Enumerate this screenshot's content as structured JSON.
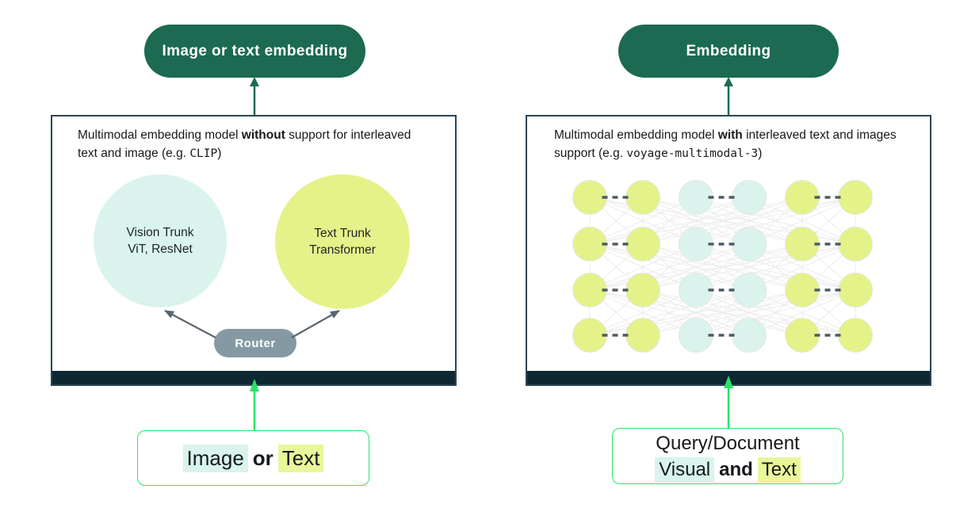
{
  "palette": {
    "pill_green": "#1c6a52",
    "teal_arrow": "#1d6b52",
    "bright_green": "#2ae367",
    "navy_bar": "#0d2733",
    "box_border": "#2c4554",
    "circle_cyan": "#daf3ed",
    "circle_yellow": "#e5f289",
    "router_gray": "#8599a3",
    "gray_arrow": "#5b656e",
    "mesh_gray": "#ececec",
    "dash_gray": "#4f5a63",
    "highlight_cyan": "#d9f3ed",
    "highlight_yellow": "#eaf69a"
  },
  "left_panel": {
    "pill_label": "Image or text embedding",
    "caption": {
      "l1a": "Multimodal embedding model ",
      "l1b": "without",
      "l1c": " support for interleaved",
      "l2a": "text and image (e.g. ",
      "l2b": "CLIP",
      "l2c": ")"
    },
    "vision_circle": {
      "line1": "Vision Trunk",
      "line2": "ViT, ResNet"
    },
    "text_circle": {
      "line1": "Text Trunk",
      "line2": "Transformer"
    },
    "router_label": "Router",
    "input": {
      "seg_image": "Image",
      "seg_conj": "or",
      "seg_text": "Text"
    }
  },
  "right_panel": {
    "pill_label": "Embedding",
    "caption": {
      "l1a": "Multimodal embedding model ",
      "l1b": "with",
      "l1c": " interleaved text and images",
      "l2a": "support (e.g. ",
      "l2b": "voyage-multimodal-3",
      "l2c": ")"
    },
    "grid": {
      "rows": 4,
      "cols": 6,
      "col_colors": [
        "yellow",
        "yellow",
        "cyan",
        "cyan",
        "yellow",
        "yellow"
      ],
      "dash_pairs": [
        [
          0,
          1
        ],
        [
          2,
          3
        ],
        [
          4,
          5
        ]
      ]
    },
    "input": {
      "line1": "Query/Document",
      "seg_visual": "Visual",
      "seg_conj": "and",
      "seg_text": "Text"
    }
  }
}
